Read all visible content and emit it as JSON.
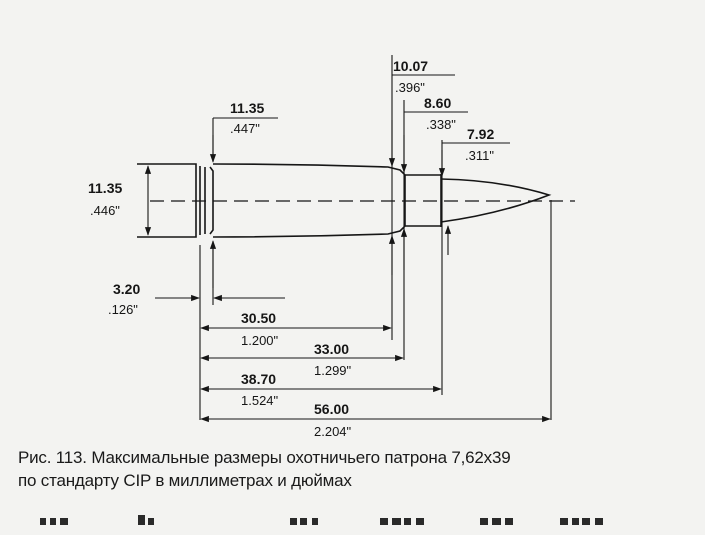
{
  "dimensions": {
    "neck_diameter": {
      "mm": "7.92",
      "inch": ".311\""
    },
    "shoulder_diameter": {
      "mm": "8.60",
      "inch": ".338\""
    },
    "body_diameter": {
      "mm": "10.07",
      "inch": ".396\""
    },
    "base_diameter": {
      "mm": "11.35",
      "inch": ".447\""
    },
    "rim_diameter": {
      "mm": "11.35",
      "inch": ".446\""
    },
    "rim_thickness": {
      "mm": "3.20",
      "inch": ".126\""
    },
    "body_length": {
      "mm": "30.50",
      "inch": "1.200\""
    },
    "shoulder_length": {
      "mm": "33.00",
      "inch": "1.299\""
    },
    "case_length": {
      "mm": "38.70",
      "inch": "1.524\""
    },
    "overall_length": {
      "mm": "56.00",
      "inch": "2.204\""
    }
  },
  "caption": {
    "line1": "Рис. 113. Максимальные размеры охотничьего патрона 7,62х39",
    "line2": "по стандарту CIP в миллиметрах и дюймах"
  }
}
